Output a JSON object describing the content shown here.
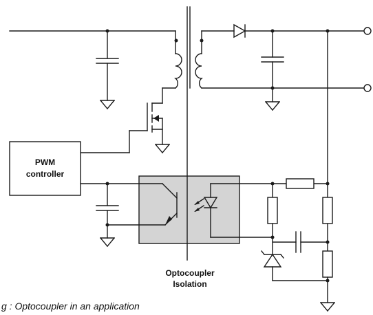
{
  "pwm": {
    "line1": "PWM",
    "line2": "controller"
  },
  "isolation": {
    "line1": "Optocoupler",
    "line2": "Isolation"
  },
  "caption": "g : Optocoupler in an application",
  "colors": {
    "wire": "#1a1a1a",
    "opto_fill": "#d4d4d4",
    "background": "#ffffff"
  }
}
